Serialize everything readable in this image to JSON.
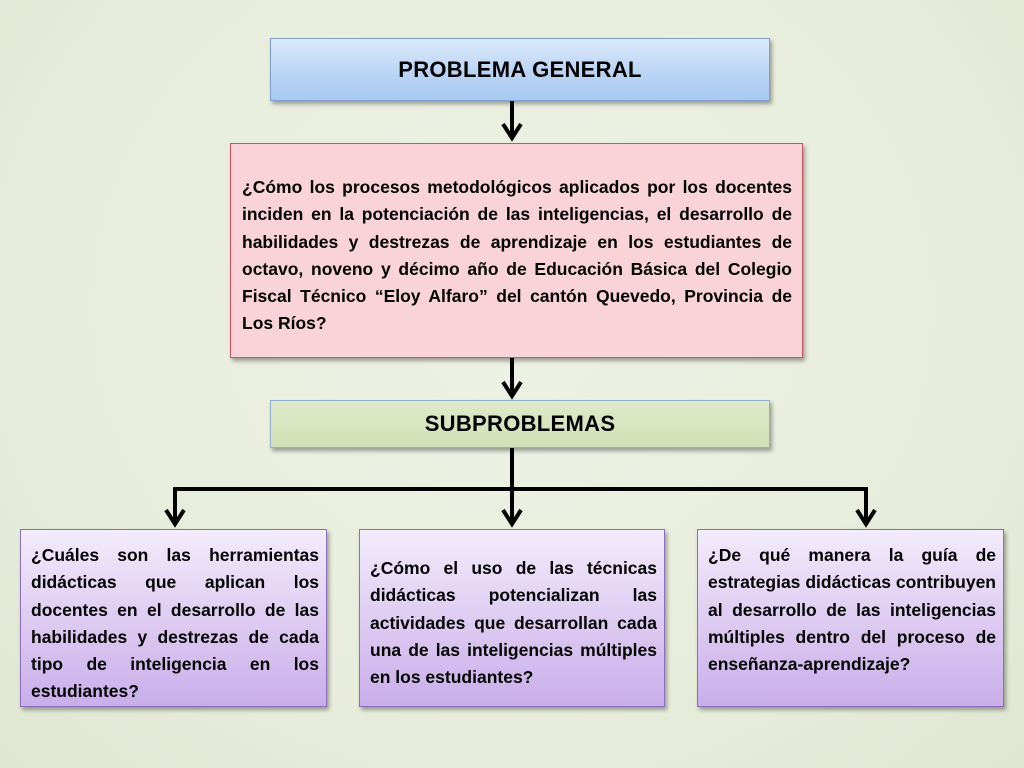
{
  "diagram": {
    "general_title": "PROBLEMA GENERAL",
    "general_question": "¿Cómo los procesos metodológicos aplicados por los docentes inciden en la potenciación de las inteligencias, el desarrollo de habilidades y destrezas de aprendizaje en los estudiantes de octavo, noveno y décimo año de Educación Básica del Colegio Fiscal Técnico “Eloy Alfaro” del cantón Quevedo, Provincia de Los Ríos?",
    "sub_title": "SUBPROBLEMAS",
    "subproblems": [
      "¿Cuáles son las herramientas didácticas que aplican los docentes en el desarrollo de las habilidades y destrezas de cada tipo de  inteligencia en los estudiantes?",
      "¿Cómo el uso de las técnicas didácticas potencializan las actividades que desarrollan cada una de las inteligencias múltiples en los estudiantes?",
      "¿De qué manera la guía de estrategias didácticas contribuyen al desarrollo de las inteligencias múltiples dentro del proceso de enseñanza-aprendizaje?"
    ]
  },
  "colors": {
    "background": "#eaefdf",
    "general_box": "#b8d3f5",
    "question_box": "#f9d3d7",
    "sub_box": "#d1e0b4",
    "subproblem_box": "#ddc9f1",
    "connector": "#000000"
  }
}
